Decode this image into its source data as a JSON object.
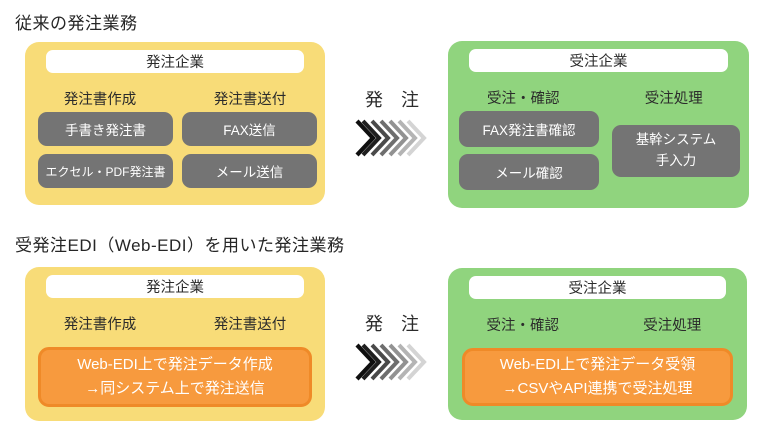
{
  "colors": {
    "yellow_panel": "#F8DC78",
    "green_panel": "#90D47E",
    "gray_box": "#747474",
    "orange_fill": "#F79A3E",
    "orange_border": "#EF8A28",
    "text_dark": "#2B2B2B",
    "text_white": "#FFFFFF",
    "chevron_gradient": [
      "#0F0F0F",
      "#1F1F1F",
      "#4A4A4A",
      "#6E6E6E",
      "#929292",
      "#B4B4B4",
      "#D4D4D4"
    ]
  },
  "sections": [
    {
      "title": "従来の発注業務",
      "arrow_label": "発　注",
      "orderer": {
        "company": "発注企業",
        "col1_header": "発注書作成",
        "col2_header": "発注書送付",
        "col1_items": [
          "手書き発注書",
          "エクセル・PDF発注書"
        ],
        "col2_items": [
          "FAX送信",
          "メール送信"
        ]
      },
      "receiver": {
        "company": "受注企業",
        "col1_header": "受注・確認",
        "col2_header": "受注処理",
        "col1_items": [
          "FAX発注書確認",
          "メール確認"
        ],
        "col2_item_lines": [
          "基幹システム",
          "手入力"
        ]
      }
    },
    {
      "title": "受発注EDI（Web-EDI）を用いた発注業務",
      "arrow_label": "発　注",
      "orderer": {
        "company": "発注企業",
        "col1_header": "発注書作成",
        "col2_header": "発注書送付",
        "banner_lines": [
          "Web-EDI上で発注データ作成",
          "→同システム上で発注送信"
        ]
      },
      "receiver": {
        "company": "受注企業",
        "col1_header": "受注・確認",
        "col2_header": "受注処理",
        "banner_lines": [
          "Web-EDI上で発注データ受領",
          "→CSVやAPI連携で受注処理"
        ]
      }
    }
  ]
}
